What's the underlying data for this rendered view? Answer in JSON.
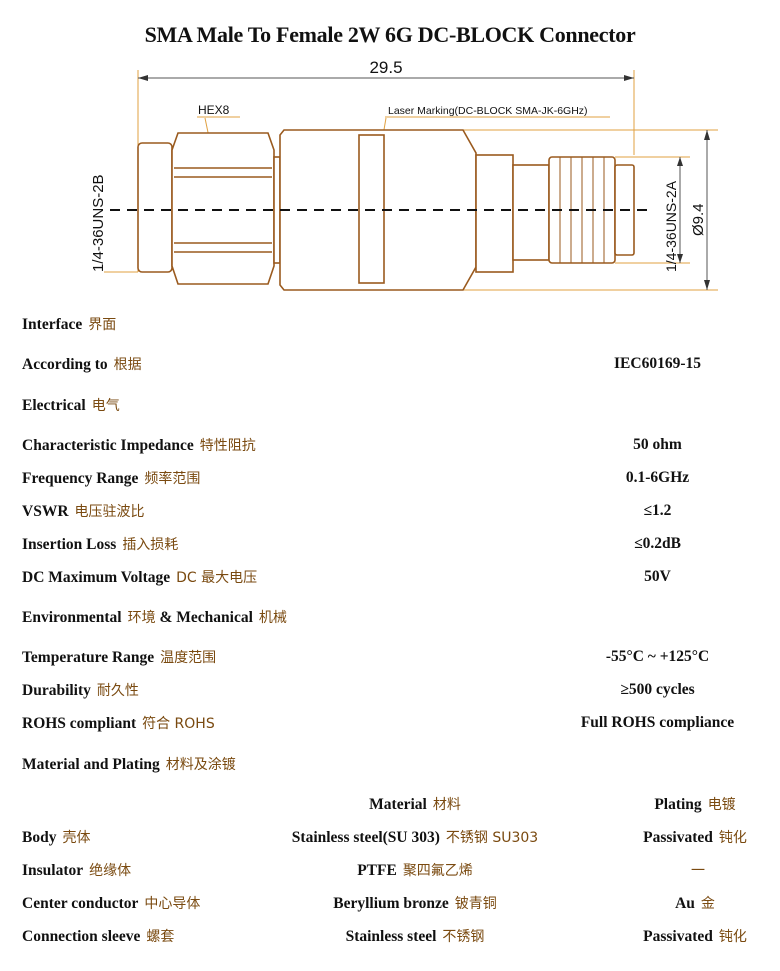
{
  "title": "SMA Male To Female 2W 6G DC-BLOCK Connector",
  "drawing": {
    "length": "29.5",
    "hex": "HEX8",
    "laser_marking": "Laser Marking(DC-BLOCK SMA-JK-6GHz)",
    "male_thread": "1/4-36UNS-2B",
    "female_thread": "1/4-36UNS-2A",
    "diameter": "Ø9.4",
    "colors": {
      "outline": "#9a5a1e",
      "dimension": "#e0a040"
    }
  },
  "specs": {
    "interface": {
      "label": "Interface",
      "cn": "界面"
    },
    "according": {
      "label": "According to",
      "cn": "根据",
      "value": "IEC60169-15"
    },
    "electrical": {
      "label": "Electrical",
      "cn": "电气"
    },
    "impedance": {
      "label": "Characteristic Impedance",
      "cn": "特性阻抗",
      "value": "50 ohm"
    },
    "frequency": {
      "label": "Frequency Range",
      "cn": "频率范围",
      "value": "0.1-6GHz"
    },
    "vswr": {
      "label": "VSWR",
      "cn": "电压驻波比",
      "value": "≤1.2"
    },
    "insertion": {
      "label": "Insertion Loss",
      "cn": "插入损耗",
      "value": "≤0.2dB"
    },
    "dc_voltage": {
      "label": "DC Maximum Voltage",
      "cn": "DC 最大电压",
      "value": "50V"
    },
    "environmental": {
      "label": "Environmental",
      "cn": "环境",
      "label2": "& Mechanical",
      "cn2": "机械"
    },
    "temperature": {
      "label": "Temperature Range",
      "cn": "温度范围",
      "value": "-55°C ~ +125°C"
    },
    "durability": {
      "label": "Durability",
      "cn": "耐久性",
      "value": "≥500 cycles"
    },
    "rohs": {
      "label": "ROHS compliant",
      "cn": "符合 ROHS",
      "value": "Full ROHS compliance"
    },
    "material_plating": {
      "label": "Material and Plating",
      "cn": "材料及涂镀"
    }
  },
  "materials": {
    "header_material": {
      "en": "Material",
      "cn": "材料"
    },
    "header_plating": {
      "en": "Plating",
      "cn": "电镀"
    },
    "rows": [
      {
        "part": "Body",
        "part_cn": "壳体",
        "material": "Stainless steel(SU 303)",
        "material_cn": "不锈钢 SU303",
        "plating": "Passivated",
        "plating_cn": "钝化"
      },
      {
        "part": "Insulator",
        "part_cn": "绝缘体",
        "material": "PTFE",
        "material_cn": "聚四氟乙烯",
        "plating": "",
        "plating_cn": "一"
      },
      {
        "part": "Center conductor",
        "part_cn": "中心导体",
        "material": "Beryllium bronze",
        "material_cn": "铍青铜",
        "plating": "Au",
        "plating_cn": "金"
      },
      {
        "part": "Connection sleeve",
        "part_cn": "螺套",
        "material": "Stainless steel",
        "material_cn": "不锈钢",
        "plating": "Passivated",
        "plating_cn": "钝化"
      }
    ]
  }
}
